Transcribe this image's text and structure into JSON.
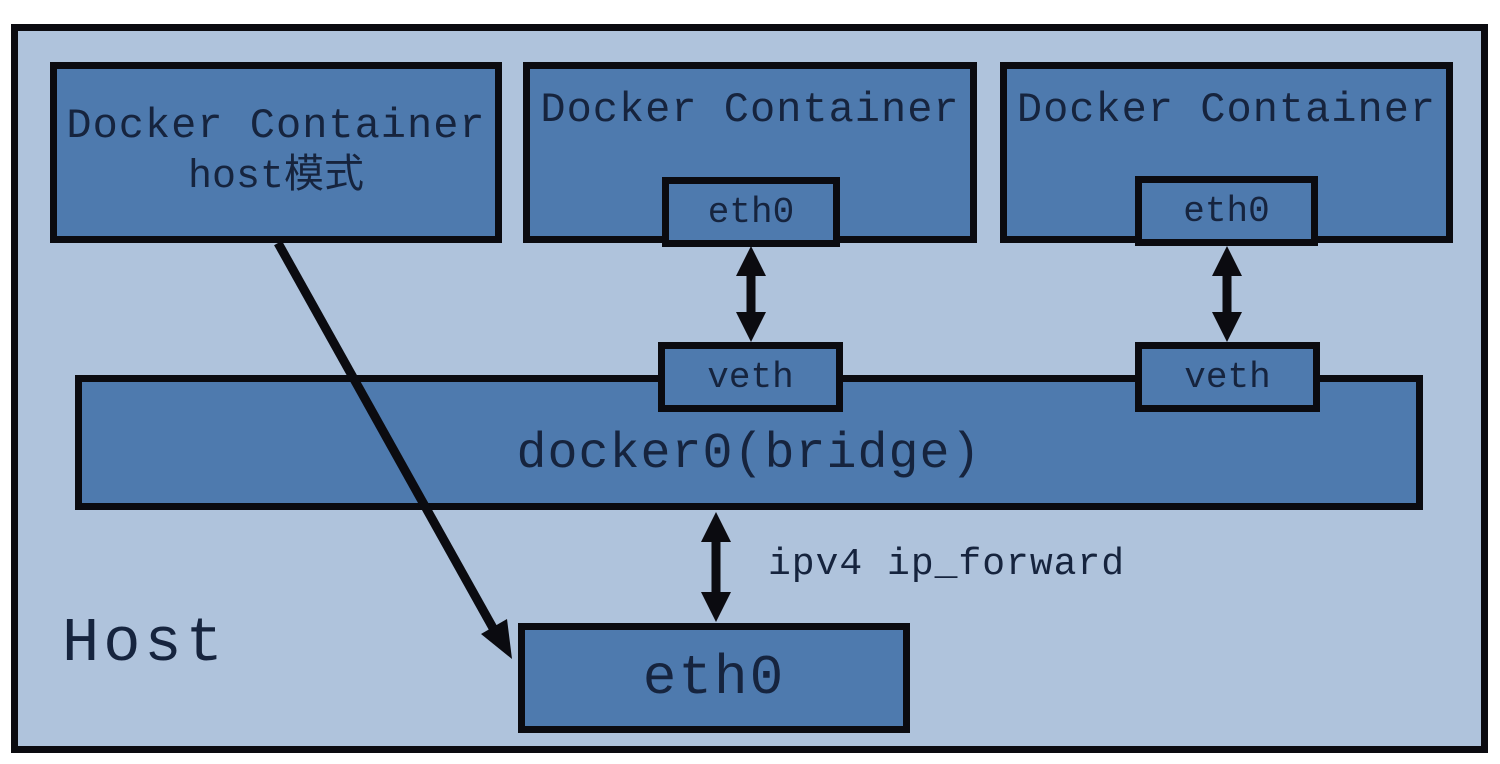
{
  "diagram": {
    "host_label": "Host",
    "containers": [
      {
        "title": "Docker Container",
        "subtitle": "host模式"
      },
      {
        "title": "Docker Container",
        "eth": "eth0"
      },
      {
        "title": "Docker Container",
        "eth": "eth0"
      }
    ],
    "veths": [
      "veth",
      "veth"
    ],
    "bridge_label": "docker0(bridge)",
    "ip_forward_label": "ipv4 ip_forward",
    "host_eth_label": "eth0",
    "colors": {
      "page_bg": "#ffffff",
      "host_bg": "#afc3dc",
      "box_fill": "#4e7aae",
      "border": "#0b0b10",
      "text": "#16243e"
    }
  }
}
